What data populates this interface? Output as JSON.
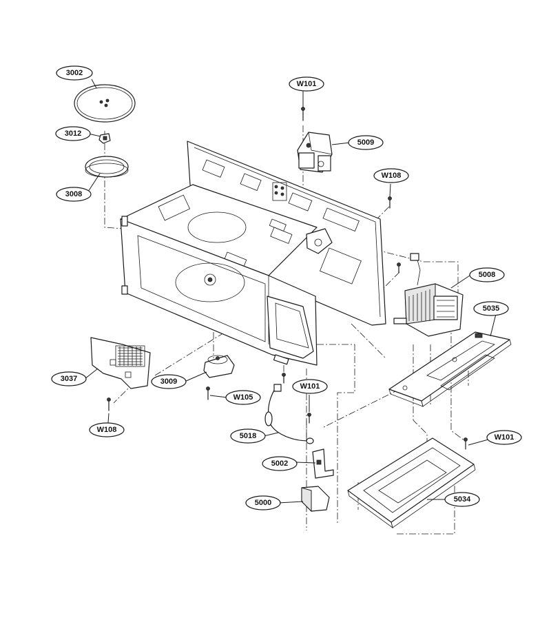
{
  "callouts": [
    {
      "id": "3002",
      "label": "3002"
    },
    {
      "id": "3012",
      "label": "3012"
    },
    {
      "id": "3008",
      "label": "3008"
    },
    {
      "id": "w101-top",
      "label": "W101"
    },
    {
      "id": "5009",
      "label": "5009"
    },
    {
      "id": "w108-top",
      "label": "W108"
    },
    {
      "id": "5008",
      "label": "5008"
    },
    {
      "id": "5035",
      "label": "5035"
    },
    {
      "id": "3037",
      "label": "3037"
    },
    {
      "id": "3009",
      "label": "3009"
    },
    {
      "id": "w105",
      "label": "W105"
    },
    {
      "id": "w101-mid",
      "label": "W101"
    },
    {
      "id": "w108-bottom",
      "label": "W108"
    },
    {
      "id": "5018",
      "label": "5018"
    },
    {
      "id": "w101-right",
      "label": "W101"
    },
    {
      "id": "5002",
      "label": "5002"
    },
    {
      "id": "5000",
      "label": "5000"
    },
    {
      "id": "5034",
      "label": "5034"
    }
  ]
}
